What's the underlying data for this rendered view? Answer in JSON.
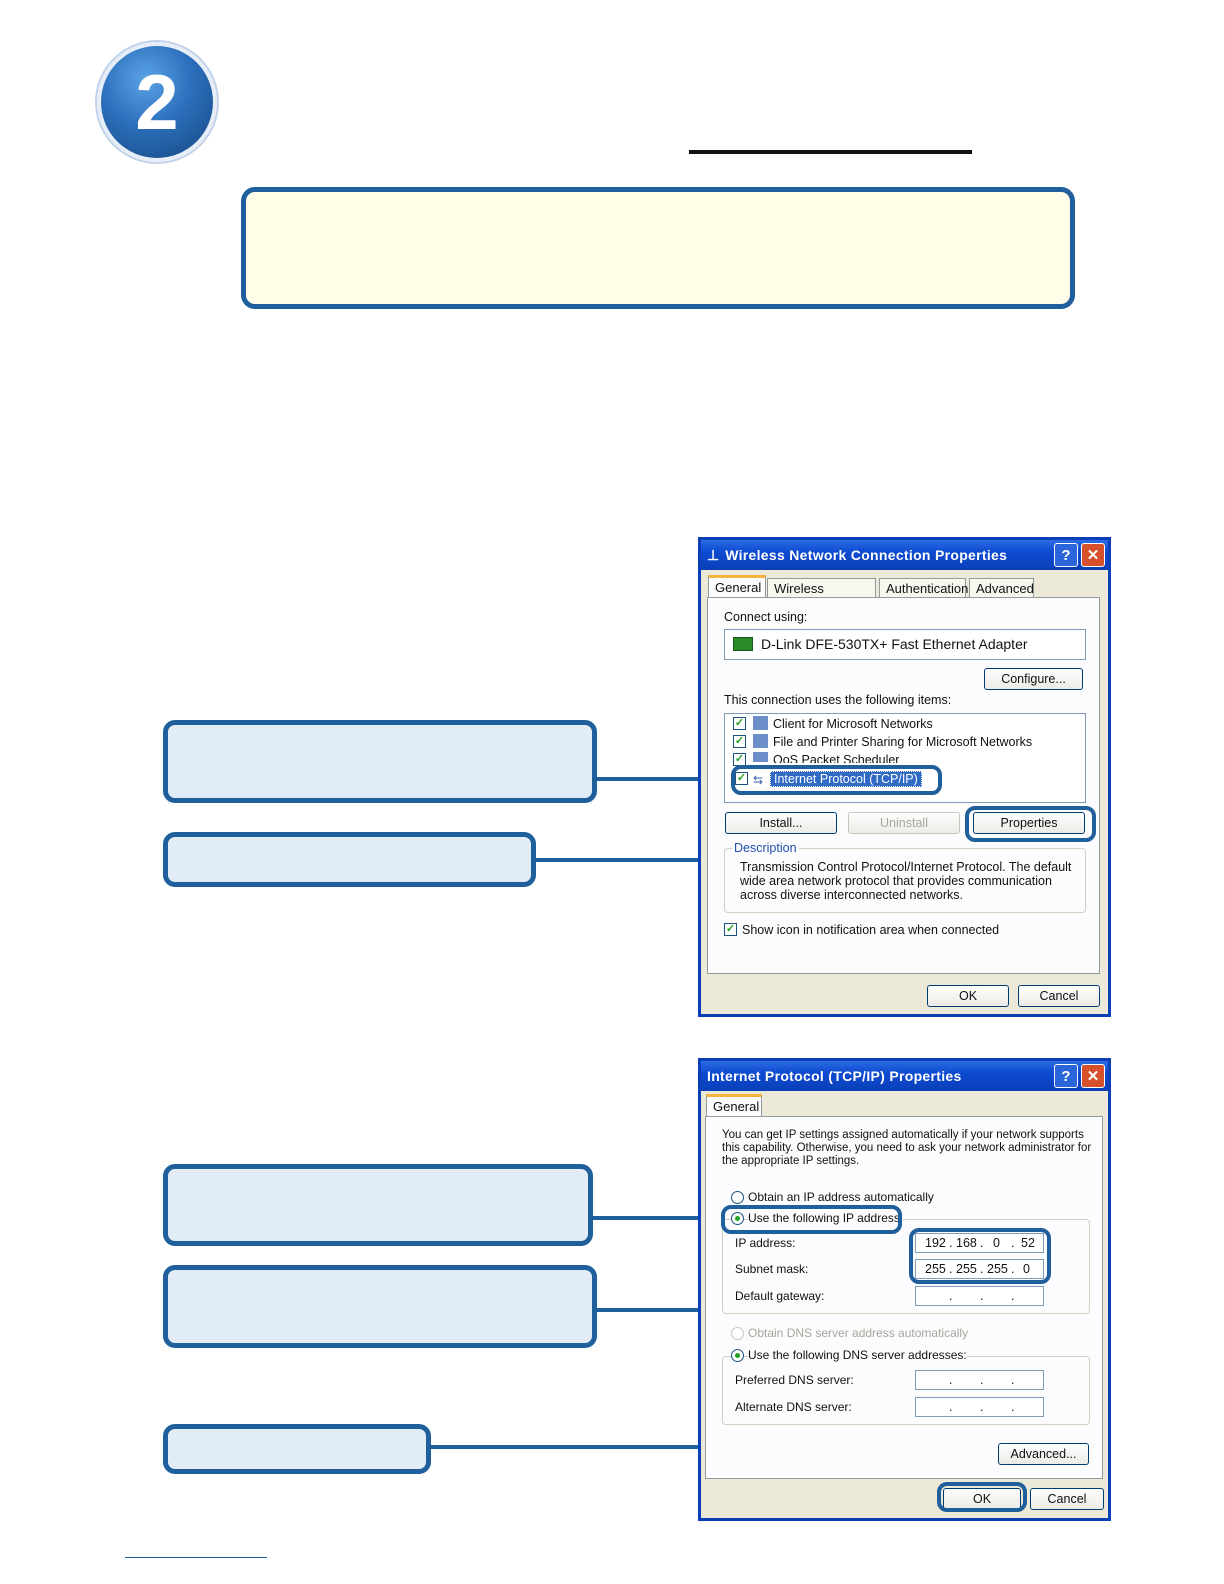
{
  "step": {
    "number": "2"
  },
  "dialog1": {
    "title": "Wireless Network Connection Properties",
    "tabs": [
      "General",
      "Wireless Networks",
      "Authentication",
      "Advanced"
    ],
    "connect_using_label": "Connect using:",
    "adapter": "D-Link DFE-530TX+ Fast Ethernet Adapter",
    "configure_btn": "Configure...",
    "items_label": "This connection uses the following items:",
    "items": [
      "Client for Microsoft Networks",
      "File and Printer Sharing for Microsoft Networks",
      "QoS Packet Scheduler",
      "Internet Protocol (TCP/IP)"
    ],
    "install_btn": "Install...",
    "uninstall_btn": "Uninstall",
    "properties_btn": "Properties",
    "description_label": "Description",
    "description_text_1": "Transmission Control Protocol/Internet Protocol. The default",
    "description_text_2": "wide area network protocol that provides communication",
    "description_text_3": "across diverse interconnected networks.",
    "show_icon_label": "Show icon in notification area when connected",
    "ok_btn": "OK",
    "cancel_btn": "Cancel"
  },
  "dialog2": {
    "title": "Internet Protocol (TCP/IP) Properties",
    "tab": "General",
    "intro_1": "You can get IP settings assigned automatically if your network supports",
    "intro_2": "this capability. Otherwise, you need to ask your network administrator for",
    "intro_3": "the appropriate IP settings.",
    "obtain_ip": "Obtain an IP address automatically",
    "use_ip": "Use the following IP address:",
    "ip_label": "IP address:",
    "ip": [
      "192",
      "168",
      "0",
      "52"
    ],
    "subnet_label": "Subnet mask:",
    "subnet": [
      "255",
      "255",
      "255",
      "0"
    ],
    "gateway_label": "Default gateway:",
    "obtain_dns": "Obtain DNS server address automatically",
    "use_dns": "Use the following DNS server addresses:",
    "preferred_dns_label": "Preferred DNS server:",
    "alternate_dns_label": "Alternate DNS server:",
    "advanced_btn": "Advanced...",
    "ok_btn": "OK",
    "cancel_btn": "Cancel"
  }
}
